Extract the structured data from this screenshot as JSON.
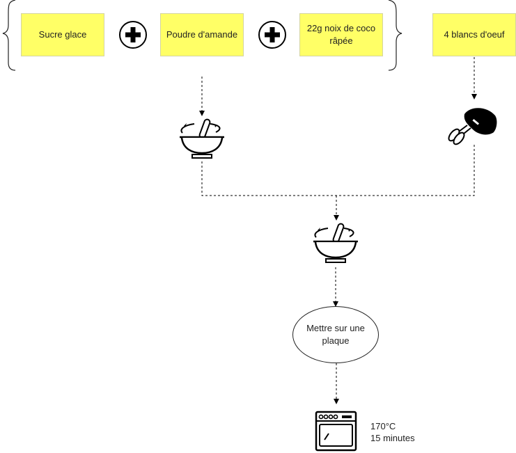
{
  "ingredients": {
    "sucre_glace": "Sucre glace",
    "poudre_amande": "Poudre d'amande",
    "noix_coco": "22g noix de coco râpée",
    "blancs_oeuf": "4 blancs d'oeuf"
  },
  "steps": {
    "mettre_plaque": "Mettre sur une plaque"
  },
  "oven": {
    "temperature": "170°C",
    "duration": "15 minutes"
  },
  "icons": {
    "plus": "plus-icon",
    "mix": "mixing-bowl-icon",
    "whisk": "hand-mixer-icon",
    "oven": "oven-icon"
  },
  "colors": {
    "sticky": "#ffff66",
    "stroke": "#222222"
  }
}
